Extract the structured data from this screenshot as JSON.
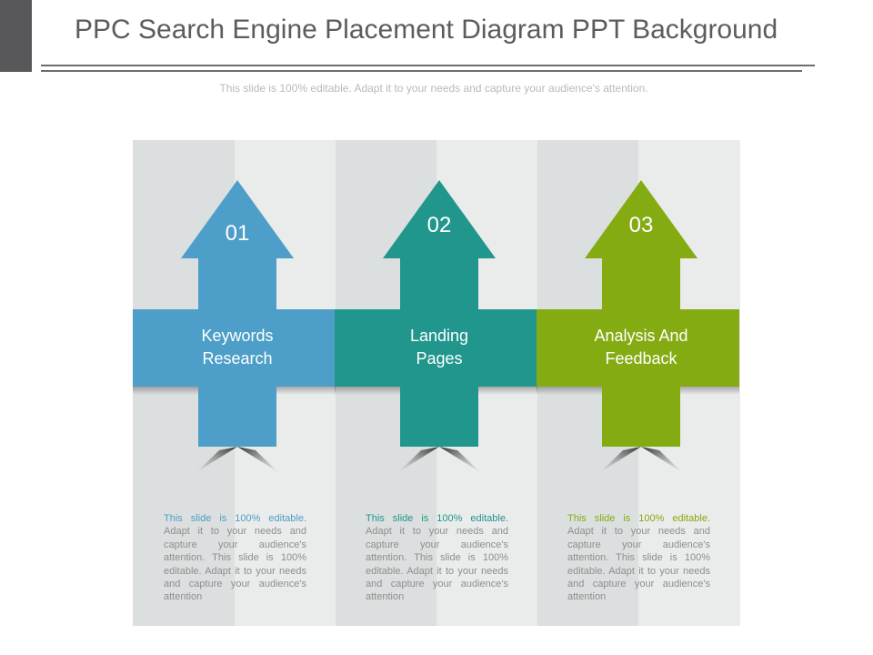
{
  "slide": {
    "title": "PPC Search Engine Placement Diagram PPT Background",
    "subtitle": "This slide is 100% editable. Adapt it to your needs and capture your audience's attention."
  },
  "colors": {
    "blue": "#4d9ec8",
    "teal": "#21968c",
    "green": "#84ab12",
    "panel_dark": "#dcdfdf",
    "panel_light": "#eaebeb",
    "body_text": "#8e8e8e"
  },
  "steps": [
    {
      "number": "01",
      "label": "Keywords\nResearch",
      "color": "#4d9ec8",
      "desc_lead": "This slide is 100% editable.",
      "desc_rest": " Adapt it to your needs and capture your audience's attention. This slide is 100% editable. Adapt it to your needs and capture your audience's attention"
    },
    {
      "number": "02",
      "label": "Landing\nPages",
      "color": "#21968c",
      "desc_lead": "This slide is 100% editable.",
      "desc_rest": " Adapt it to your needs and capture your audience's attention. This slide is 100% editable. Adapt it to your needs and capture your audience's attention"
    },
    {
      "number": "03",
      "label": "Analysis And\nFeedback",
      "color": "#84ab12",
      "desc_lead": "This slide is 100% editable.",
      "desc_rest": " Adapt it to your needs and capture your audience's attention. This slide is 100% editable. Adapt it to your needs and capture your audience's attention"
    }
  ]
}
